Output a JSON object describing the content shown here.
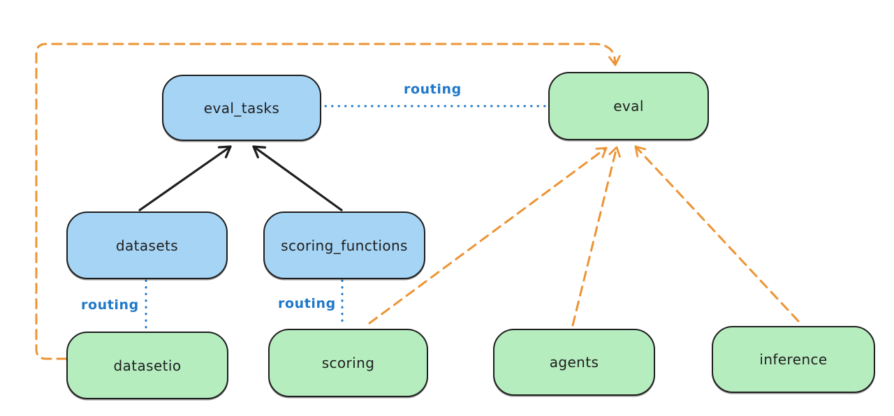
{
  "diagram": {
    "background": "#ffffff",
    "colors": {
      "node_stroke": "#1e1e1e",
      "api_blue_fill": "#a6d4f5",
      "provider_green_fill": "#b6edbf",
      "routing_blue": "#1f78c9",
      "provider_orange": "#ec9434",
      "dependency_black": "#1e1e1e"
    },
    "nodes": [
      {
        "id": "eval_tasks",
        "label": "eval_tasks",
        "kind": "api",
        "fill": "#a6d4f5"
      },
      {
        "id": "eval",
        "label": "eval",
        "kind": "provider",
        "fill": "#b6edbf"
      },
      {
        "id": "datasets",
        "label": "datasets",
        "kind": "api",
        "fill": "#a6d4f5"
      },
      {
        "id": "scoring_functions",
        "label": "scoring_functions",
        "kind": "api",
        "fill": "#a6d4f5"
      },
      {
        "id": "datasetio",
        "label": "datasetio",
        "kind": "provider",
        "fill": "#b6edbf"
      },
      {
        "id": "scoring",
        "label": "scoring",
        "kind": "provider",
        "fill": "#b6edbf"
      },
      {
        "id": "agents",
        "label": "agents",
        "kind": "provider",
        "fill": "#b6edbf"
      },
      {
        "id": "inference",
        "label": "inference",
        "kind": "provider",
        "fill": "#b6edbf"
      }
    ],
    "edges": [
      {
        "from": "datasets",
        "to": "eval_tasks",
        "style": "solid-black-arrow",
        "label": ""
      },
      {
        "from": "scoring_functions",
        "to": "eval_tasks",
        "style": "solid-black-arrow",
        "label": ""
      },
      {
        "from": "eval_tasks",
        "to": "eval",
        "style": "dotted-blue",
        "label": "routing"
      },
      {
        "from": "datasets",
        "to": "datasetio",
        "style": "dotted-blue",
        "label": "routing"
      },
      {
        "from": "scoring_functions",
        "to": "scoring",
        "style": "dotted-blue",
        "label": "routing"
      },
      {
        "from": "datasetio",
        "to": "eval",
        "style": "dashed-orange-arrow",
        "label": ""
      },
      {
        "from": "scoring",
        "to": "eval",
        "style": "dashed-orange-arrow",
        "label": ""
      },
      {
        "from": "agents",
        "to": "eval",
        "style": "dashed-orange-arrow",
        "label": ""
      },
      {
        "from": "inference",
        "to": "eval",
        "style": "dashed-orange-arrow",
        "label": ""
      }
    ]
  }
}
